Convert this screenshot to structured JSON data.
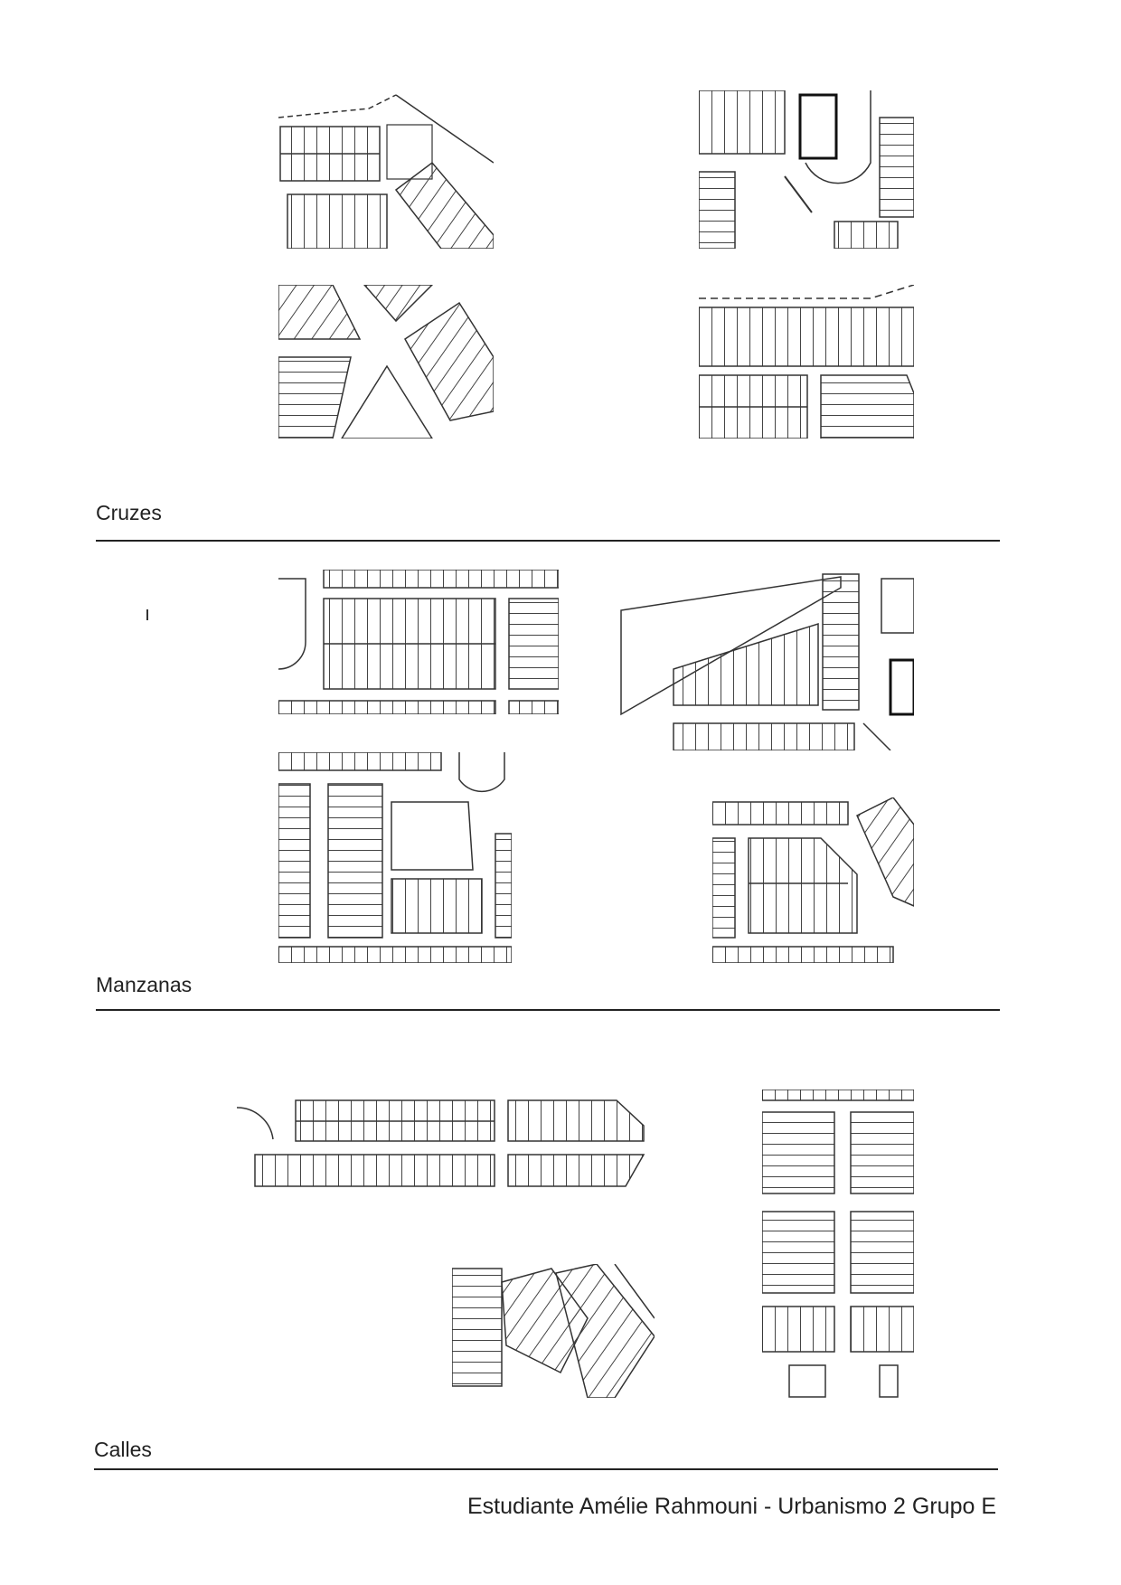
{
  "sections": {
    "cruzes": "Cruzes",
    "manzanas": "Manzanas",
    "calles": "Calles"
  },
  "footer": {
    "text": "Estudiante Amélie Rahmouni - Urbanismo 2 Grupo E"
  }
}
